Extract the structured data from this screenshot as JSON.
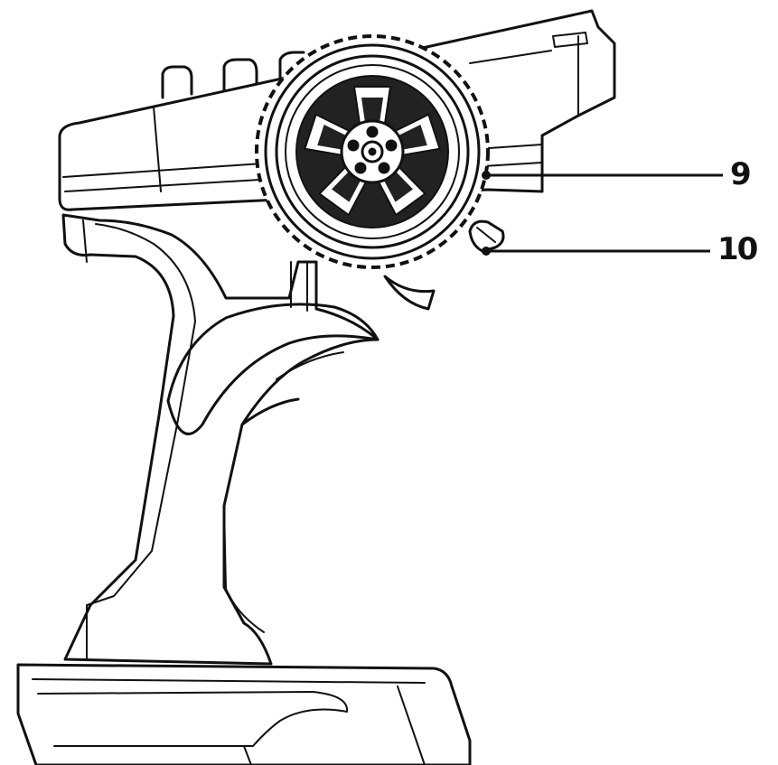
{
  "diagram": {
    "subject": "rc-transmitter-side-view",
    "callouts": [
      {
        "id": "9",
        "label": "9"
      },
      {
        "id": "10",
        "label": "10"
      }
    ]
  },
  "colors": {
    "line": "#111111",
    "background": "#ffffff"
  }
}
